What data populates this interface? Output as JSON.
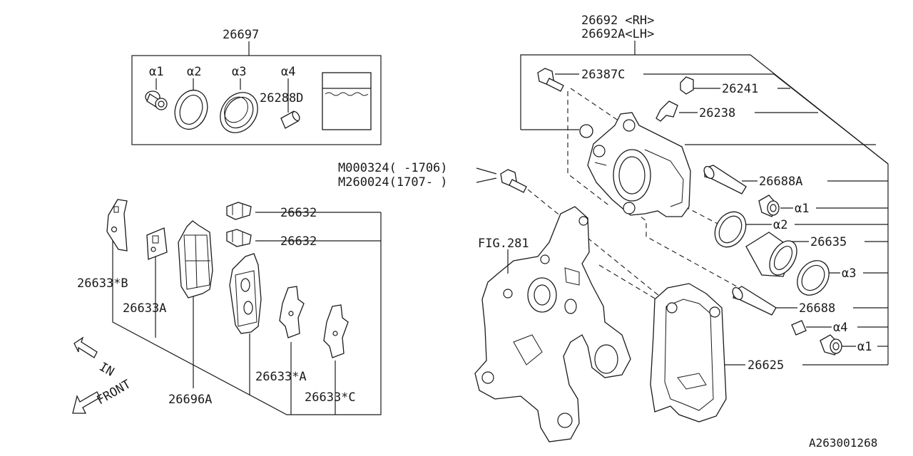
{
  "labels": {
    "kit": "26697",
    "a1_kit": "α1",
    "a2_kit": "α2",
    "a3_kit": "α3",
    "a4_kit": "α4",
    "grease": "26288D",
    "caliper_rh": "26692 <RH>",
    "caliper_lh": "26692A<LH>",
    "bolt_c": "26387C",
    "cap": "26241",
    "bleeder": "26238",
    "pin_a": "26688A",
    "a1_r1": "α1",
    "a2_r": "α2",
    "piston": "26635",
    "a3_r": "α3",
    "pin": "26688",
    "a4_r": "α4",
    "a1_r2": "α1",
    "support": "26625",
    "bolt_m1": "M000324( -1706)",
    "bolt_m2": "M260024(1707- )",
    "fig": "FIG.281",
    "clip1": "26632",
    "clip2": "26632",
    "shim_b": "26633*B",
    "shim_a": "26633A",
    "pad": "26696A",
    "shim_a2": "26633*A",
    "shim_c": "26633*C",
    "dir_in": "IN",
    "dir_front": "FRONT",
    "ref_code": "A263001268"
  }
}
